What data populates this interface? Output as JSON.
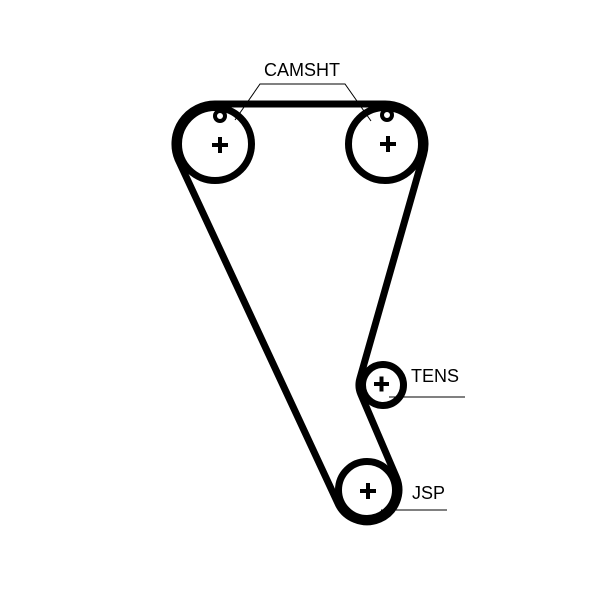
{
  "diagram": {
    "type": "timing-belt-routing-diagram",
    "colors": {
      "line": "#000000",
      "background": "#ffffff"
    },
    "labels": {
      "camshaft": "CAMSHT",
      "tensioner": "TENS",
      "jsp": "JSP"
    },
    "marks": {
      "center_cross": "+",
      "timing_mark": "o"
    },
    "pulleys": [
      {
        "name": "camshaft-left",
        "label": "CAMSHT",
        "has_timing_mark": true
      },
      {
        "name": "camshaft-right",
        "label": "CAMSHT",
        "has_timing_mark": true
      },
      {
        "name": "tensioner",
        "label": "TENS",
        "has_timing_mark": false
      },
      {
        "name": "jsp",
        "label": "JSP",
        "has_timing_mark": false
      }
    ]
  }
}
